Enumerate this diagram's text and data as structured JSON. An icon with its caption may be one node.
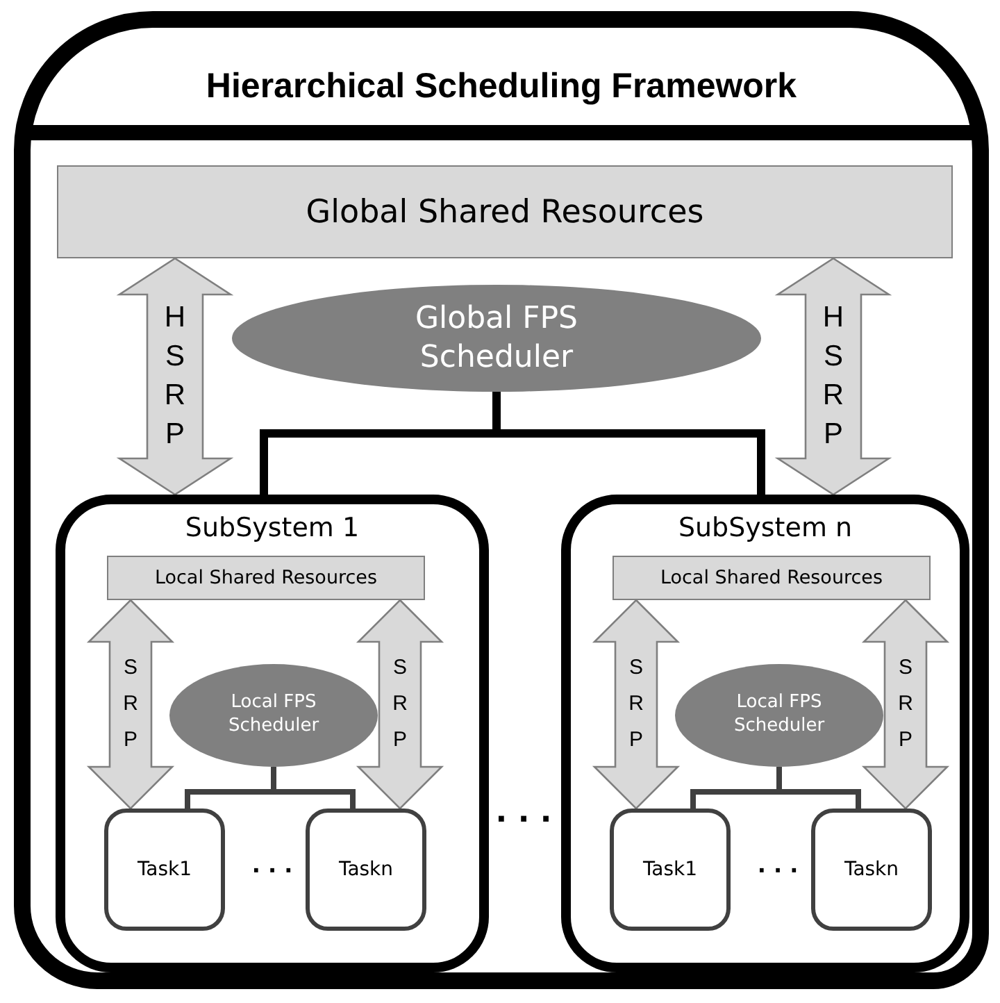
{
  "diagram": {
    "nodes": [
      {
        "text": [
          "Hierarchical Scheduling Framework"
        ]
      },
      {
        "text": [
          "Global Shared Resources"
        ],
        "in": 0
      },
      {
        "text": [
          "Global FPS Scheduler"
        ],
        "in": 0
      },
      {
        "text": [
          "SubSystem 1"
        ],
        "in": 0
      },
      {
        "text": [
          "Local Shared Resources"
        ],
        "in": 3
      },
      {
        "text": [
          "Local FPS Scheduler"
        ],
        "in": 3
      },
      {
        "text": [
          "Task1"
        ],
        "in": 3
      },
      {
        "text": [
          "Taskn"
        ],
        "in": 3
      },
      {
        "text": [
          "SubSystem n"
        ],
        "in": 0
      },
      {
        "text": [
          "Local Shared Resources"
        ],
        "in": 8
      },
      {
        "text": [
          "Local FPS Scheduler"
        ],
        "in": 8
      },
      {
        "text": [
          "Task1"
        ],
        "in": 8
      },
      {
        "text": [
          "Taskn"
        ],
        "in": 8
      }
    ],
    "edges": [
      {
        "from": 1,
        "to": 3,
        "arrow": "both",
        "label": "HSRP",
        "style": "thick"
      },
      {
        "from": 1,
        "to": 8,
        "arrow": "both",
        "label": "HSRP",
        "style": "thick"
      },
      {
        "from": 2,
        "to": 3,
        "arrow": "none"
      },
      {
        "from": 2,
        "to": 8,
        "arrow": "none"
      },
      {
        "from": 4,
        "to": 6,
        "arrow": "both",
        "label": "SRP",
        "style": "thick"
      },
      {
        "from": 4,
        "to": 7,
        "arrow": "both",
        "label": "SRP",
        "style": "thick"
      },
      {
        "from": 5,
        "to": 6,
        "arrow": "none"
      },
      {
        "from": 5,
        "to": 7,
        "arrow": "none"
      },
      {
        "from": 9,
        "to": 11,
        "arrow": "both",
        "label": "SRP",
        "style": "thick"
      },
      {
        "from": 9,
        "to": 12,
        "arrow": "both",
        "label": "SRP",
        "style": "thick"
      },
      {
        "from": 10,
        "to": 11,
        "arrow": "none"
      },
      {
        "from": 10,
        "to": 12,
        "arrow": "none"
      }
    ],
    "labels": [
      "· · ·",
      "· · ·",
      "· · ·"
    ]
  }
}
